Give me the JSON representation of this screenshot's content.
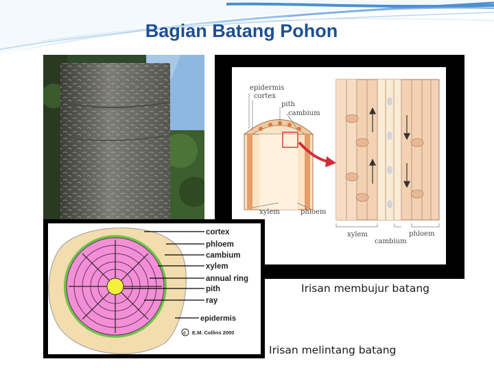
{
  "slide": {
    "title": "Bagian Batang Pohon"
  },
  "longitudinal": {
    "caption": "Irisan membujur batang",
    "labels": {
      "epidermis": "epidermis",
      "cortex": "cortex",
      "pith": "pith",
      "cambium": "cambium",
      "xylem": "xylem",
      "phloem": "phloem",
      "xylem2": "xylem",
      "cambium2": "cambium",
      "phloem2": "phloem"
    }
  },
  "cross": {
    "caption": "Irisan melintang batang",
    "labels": [
      "cortex",
      "phloem",
      "cambium",
      "xylem",
      "annual ring",
      "pith",
      "ray"
    ],
    "epidermis": "epidermis",
    "copyright": "E.M. Collins 2000"
  },
  "colors": {
    "title": "#1d4f91",
    "accent_swoosh": "#5b9bd5",
    "cortex": "#f3dcad",
    "phloem": "#6cc24a",
    "xylem": "#f28fd6",
    "pith": "#f5f03c"
  }
}
